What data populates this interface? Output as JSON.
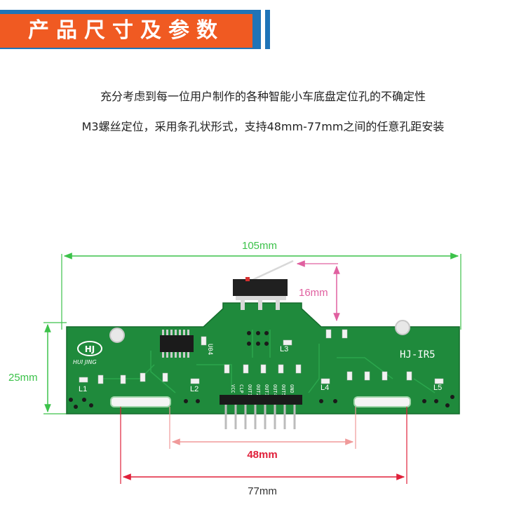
{
  "header": {
    "title": "产品尺寸及参数"
  },
  "description": {
    "line1": "充分考虑到每一位用户制作的各种智能小车底盘定位孔的不确定性",
    "line2": "M3螺丝定位，采用条孔状形式，支持48mm-77mm之间的任意孔距安装"
  },
  "dimensions": {
    "width": "105mm",
    "height": "25mm",
    "switch_offset": "16mm",
    "min_hole_spacing": "48mm",
    "max_hole_spacing": "77mm"
  },
  "board": {
    "model": "HJ-IR5",
    "brand": "HUI JING",
    "logo": "HJ",
    "sensors": [
      "L1",
      "L2",
      "L3",
      "L4",
      "L5"
    ],
    "chip_label": "U04",
    "pins": [
      "VCC",
      "CLP",
      "OUT1",
      "OUT2",
      "OUT3",
      "OUT4",
      "OUT5",
      "GND"
    ]
  },
  "colors": {
    "pcb": "#1f8a3c",
    "dim_green": "#3cc24a",
    "dim_pink": "#e060a0",
    "dim_red": "#e0203a",
    "header_orange": "#f05a22",
    "header_blue": "#1f74b8"
  }
}
